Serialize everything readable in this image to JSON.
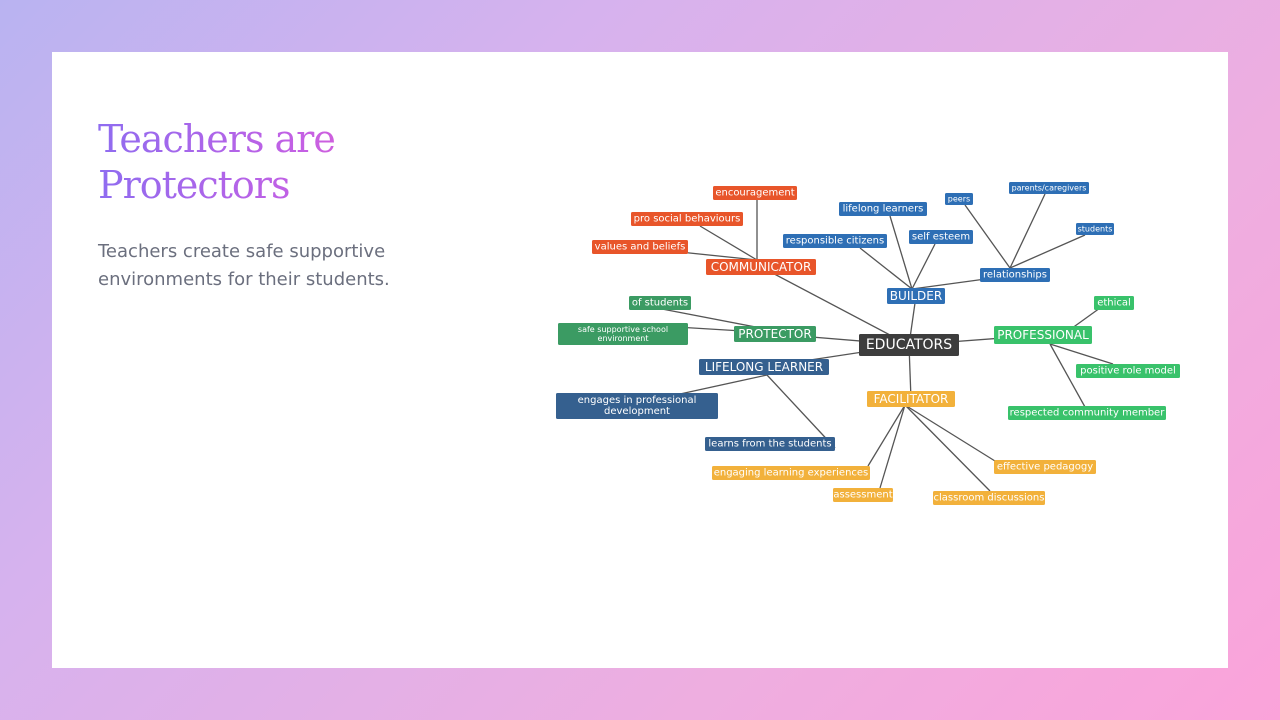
{
  "slide": {
    "title_lines": [
      "Teachers are",
      "Protectors"
    ],
    "body": "Teachers create safe supportive environments for their students."
  },
  "colors": {
    "center": "#3d3d3d",
    "communicator": "#e8552a",
    "builder": "#2e6fb5",
    "professional": "#39c26b",
    "protector": "#3b9b63",
    "lifelong": "#35608f",
    "facilitator": "#f2b13b"
  },
  "mindmap": {
    "center": "EDUCATORS",
    "branches": [
      {
        "id": "communicator",
        "label": "COMMUNICATOR",
        "children": [
          {
            "id": "encouragement",
            "label": "encouragement"
          },
          {
            "id": "pro-social",
            "label": "pro social behaviours"
          },
          {
            "id": "values-beliefs",
            "label": "values and beliefs"
          }
        ]
      },
      {
        "id": "builder",
        "label": "BUILDER",
        "children": [
          {
            "id": "lifelong-learners",
            "label": "lifelong learners"
          },
          {
            "id": "responsible-citizens",
            "label": "responsible citizens"
          },
          {
            "id": "self-esteem",
            "label": "self esteem"
          },
          {
            "id": "relationships",
            "label": "relationships",
            "children": [
              {
                "id": "peers",
                "label": "peers"
              },
              {
                "id": "parents-caregivers",
                "label": "parents/caregivers"
              },
              {
                "id": "students",
                "label": "students"
              }
            ]
          }
        ]
      },
      {
        "id": "professional",
        "label": "PROFESSIONAL",
        "children": [
          {
            "id": "ethical",
            "label": "ethical"
          },
          {
            "id": "positive-role-model",
            "label": "positive role model"
          },
          {
            "id": "respected-community-member",
            "label": "respected community member"
          }
        ]
      },
      {
        "id": "protector",
        "label": "PROTECTOR",
        "children": [
          {
            "id": "of-students",
            "label": "of students"
          },
          {
            "id": "safe-environment",
            "label_lines": [
              "safe supportive school",
              "environment"
            ]
          }
        ]
      },
      {
        "id": "lifelong-learner",
        "label": "LIFELONG LEARNER",
        "children": [
          {
            "id": "professional-development",
            "label_lines": [
              "engages in professional",
              "development"
            ]
          },
          {
            "id": "learns-from-students",
            "label": "learns from the students"
          }
        ]
      },
      {
        "id": "facilitator",
        "label": "FACILITATOR",
        "children": [
          {
            "id": "engaging-learning",
            "label": "engaging learning experiences"
          },
          {
            "id": "assessment",
            "label": "assessment"
          },
          {
            "id": "classroom-discussions",
            "label": "classroom discussions"
          },
          {
            "id": "effective-pedagogy",
            "label": "effective pedagogy"
          }
        ]
      }
    ]
  }
}
